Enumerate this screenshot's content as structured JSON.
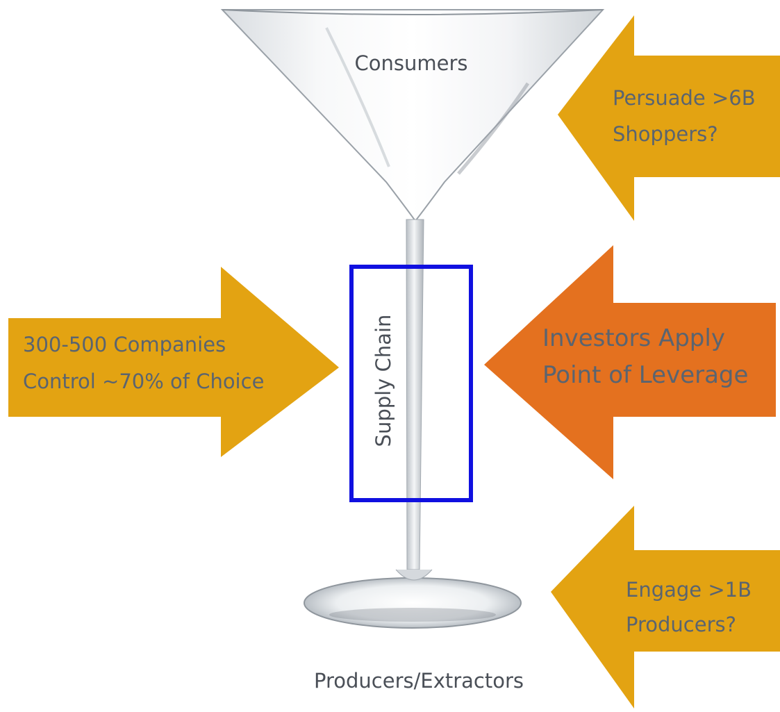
{
  "labels": {
    "consumers": "Consumers",
    "producers_extractors": "Producers/Extractors",
    "supply_chain": "Supply Chain"
  },
  "arrows": {
    "persuade": {
      "lines": [
        "Persuade >6B",
        "Shoppers?"
      ]
    },
    "companies": {
      "lines": [
        "300-500 Companies",
        "Control ~70% of Choice"
      ]
    },
    "investors": {
      "lines": [
        "Investors Apply",
        "Point of Leverage"
      ]
    },
    "engage": {
      "lines": [
        "Engage >1B",
        "Producers?"
      ]
    }
  },
  "colors": {
    "gold_arrow": "#E3A312",
    "orange_arrow": "#E4711F",
    "arrow_text": "#5A6470",
    "label_text": "#4A4F57",
    "box_stroke": "#1010E0",
    "glass": "#C9CED3"
  }
}
